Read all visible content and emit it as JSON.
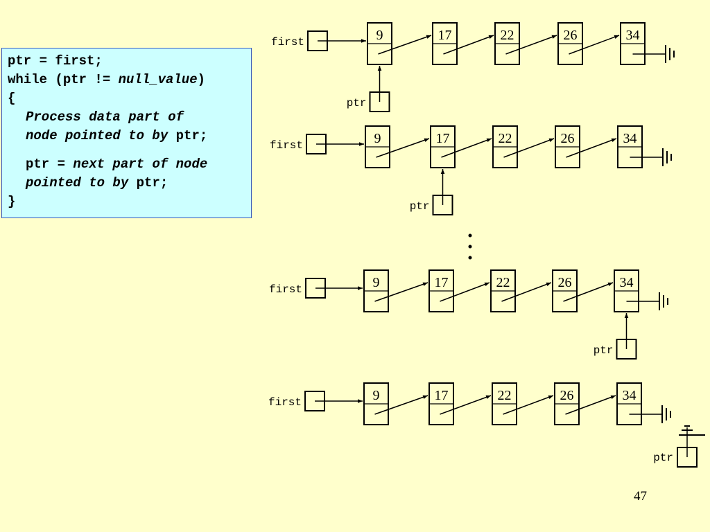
{
  "code": {
    "line1": "ptr = first;",
    "line2_prefix": "while (ptr != ",
    "line2_italic": "null_value",
    "line2_suffix": ")",
    "line3": "{",
    "line4": "Process data part of",
    "line5_italic": "node pointed to by",
    "line5_suffix": " ptr;",
    "line6_prefix": "ptr = ",
    "line6_italic": "next part of node",
    "line7_italic": "pointed to by",
    "line7_suffix": " ptr;",
    "line8": "}"
  },
  "diagram": {
    "first_label": "first",
    "ptr_label": "ptr",
    "ellipsis": "...",
    "node_values": [
      "9",
      "17",
      "22",
      "26",
      "34"
    ],
    "rows": [
      {
        "ptr_at_node": 0
      },
      {
        "ptr_at_node": 1
      },
      {
        "ptr_at_node": 4
      },
      {
        "ptr_at_node": null
      }
    ]
  },
  "page_number": "47"
}
